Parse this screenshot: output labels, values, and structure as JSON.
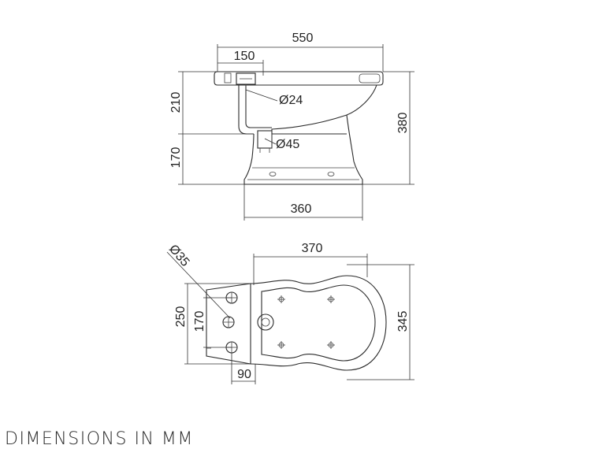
{
  "side_view": {
    "overall_width": "550",
    "cistern_offset": "150",
    "upper_height": "210",
    "lower_height": "170",
    "total_height": "380",
    "inlet_diameter": "Ø24",
    "outlet_diameter": "Ø45",
    "base_width": "360"
  },
  "top_view": {
    "bowl_width": "370",
    "hole_diameter": "Ø35",
    "plate_height": "250",
    "hole_spacing": "170",
    "total_depth": "345",
    "plate_width": "90"
  },
  "caption": "DIMENSIONS IN MM"
}
